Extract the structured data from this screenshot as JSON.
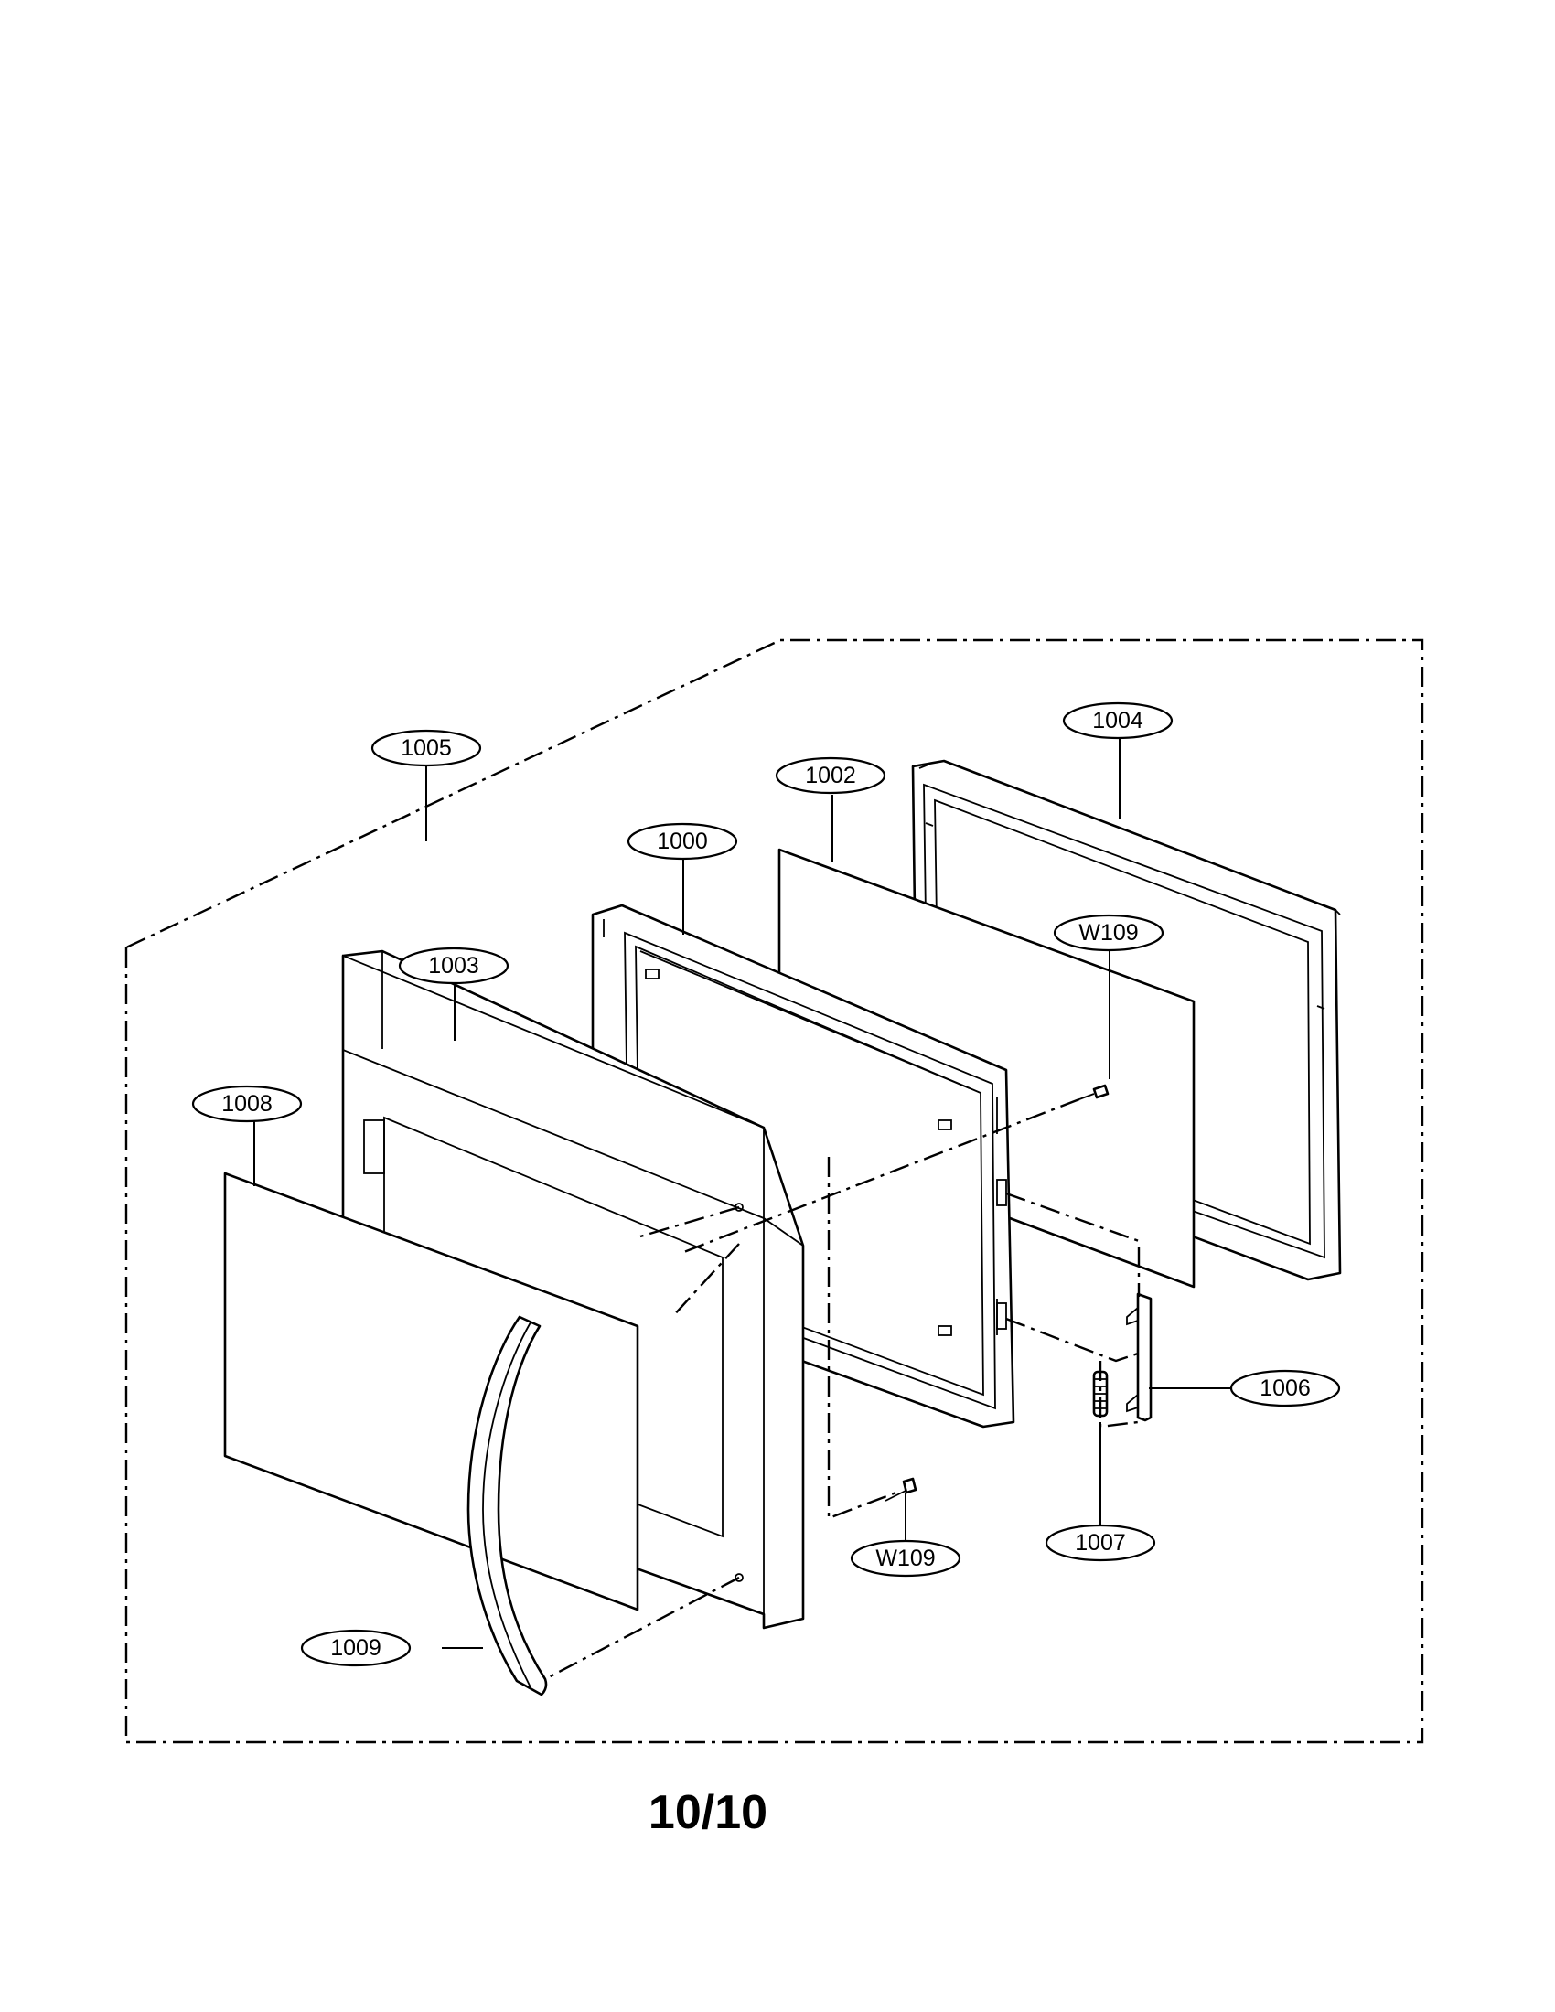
{
  "page_number": "10/10",
  "callouts": {
    "c1005": "1005",
    "c1004": "1004",
    "c1002": "1002",
    "c1000": "1000",
    "c1003": "1003",
    "c1008": "1008",
    "cW109_top": "W109",
    "cW109_bottom": "W109",
    "c1006": "1006",
    "c1007": "1007",
    "c1009": "1009"
  }
}
